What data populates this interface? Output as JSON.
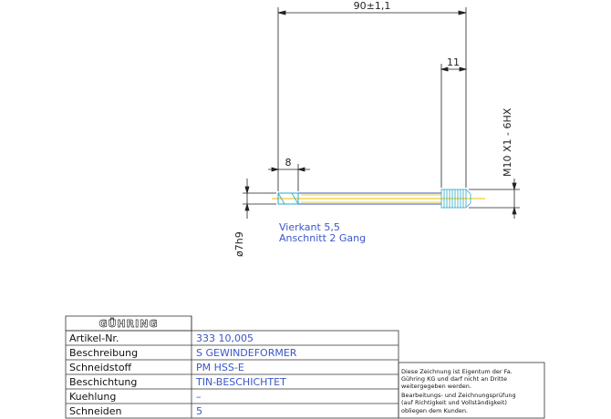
{
  "dimensions": {
    "overall_length": "90±1,1",
    "thread_length": "11",
    "square_length": "8",
    "thread_spec": "M10  X1 - 6HX",
    "shank_diameter": "ø7h9"
  },
  "notes": {
    "square": "Vierkant 5,5",
    "chamfer": "Anschnitt 2 Gang"
  },
  "title_block": {
    "logo": "GÜHRING",
    "rows": [
      {
        "label": "Artikel-Nr.",
        "value": "333 10,005"
      },
      {
        "label": "Beschreibung",
        "value": "S GEWINDEFORMER"
      },
      {
        "label": "Schneidstoff",
        "value": "PM HSS-E"
      },
      {
        "label": "Beschichtung",
        "value": "TIN-BESCHICHTET"
      },
      {
        "label": "Kuehlung",
        "value": "–"
      },
      {
        "label": "Schneiden",
        "value": "5"
      }
    ],
    "disclaimer": [
      "Diese Zeichnung ist Eigentum der Fa.",
      "Gühring KG und darf nicht an Dritte",
      "weitergegeben werden.",
      "Bearbeitungs- und Zeichnungsprüfung",
      "(auf Richtigkeit und Vollständigkeit)",
      "obliegen dem Kunden."
    ]
  },
  "colors": {
    "line": "#222222",
    "note": "#3a57c9",
    "center": "#e6c400",
    "thread": "#2aa7c7"
  }
}
